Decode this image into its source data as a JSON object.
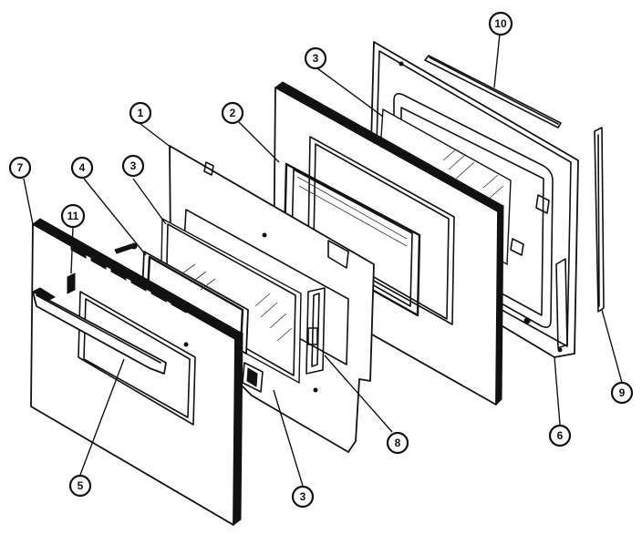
{
  "callouts": [
    {
      "id": "c1",
      "label": "1"
    },
    {
      "id": "c2",
      "label": "2"
    },
    {
      "id": "c3a",
      "label": "3"
    },
    {
      "id": "c3b",
      "label": "3"
    },
    {
      "id": "c3c",
      "label": "3"
    },
    {
      "id": "c4",
      "label": "4"
    },
    {
      "id": "c5",
      "label": "5"
    },
    {
      "id": "c6",
      "label": "6"
    },
    {
      "id": "c7",
      "label": "7"
    },
    {
      "id": "c8",
      "label": "8"
    },
    {
      "id": "c9",
      "label": "9"
    },
    {
      "id": "c10",
      "label": "10"
    },
    {
      "id": "c11",
      "label": "11"
    }
  ]
}
